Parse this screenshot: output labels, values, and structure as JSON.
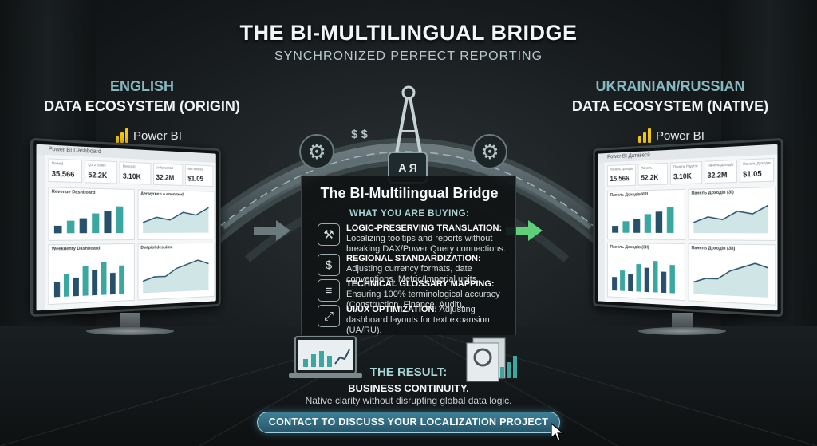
{
  "header": {
    "title": "THE BI-MULTILINGUAL BRIDGE",
    "subtitle": "SYNCHRONIZED PERFECT REPORTING"
  },
  "left": {
    "lang": "ENGLISH",
    "ecosystem": "DATA ECOSYSTEM (ORIGIN)",
    "brand": "Power BI",
    "dashboard_title": "Power BI Dashboard",
    "kpis": [
      {
        "label": "Rewsd",
        "value": "35,566"
      },
      {
        "label": "Q1 2 Sales",
        "value": "52.2K"
      },
      {
        "label": "Rencusl Daosdeic",
        "value": "3.10K"
      },
      {
        "label": "Unfossentel",
        "value": "32.2M"
      },
      {
        "label": "Net erness",
        "value": "$1.05"
      }
    ],
    "panels": [
      "Revenue Dashboard",
      "Aerwyrnen a enenmed",
      "Weekdenty Dashboard",
      "Dwtpiol desuime"
    ]
  },
  "right": {
    "lang": "UKRAINIAN/RUSSIAN",
    "ecosystem": "DATA ECOSYSTEM (NATIVE)",
    "brand": "Power BI",
    "dashboard_title": "Power BI Датавесй",
    "kpis": [
      {
        "label": "Панель Доходів",
        "value": "15,566"
      },
      {
        "label": "Панель",
        "value": "52.2K"
      },
      {
        "label": "Панель Радити",
        "value": "3.10K"
      },
      {
        "label": "Панель Доходів",
        "value": "32.2M"
      },
      {
        "label": "Панель Доходів",
        "value": "$1.05"
      }
    ],
    "panels": [
      "Панель Доходів КРІ",
      "Панель Доходів (ЗІ)",
      "Панель Доходів (ЗІІ)",
      "Панель Доходів (ЗІІ)"
    ]
  },
  "bridge": {
    "lang_glyph": "A Я",
    "currency_glyph": "$ $"
  },
  "card": {
    "title": "The BI-Multilingual Bridge",
    "buying": "WHAT YOU ARE BUYING:",
    "features": [
      {
        "icon": "wrench-icon",
        "heading": "LOGIC-PRESERVING TRANSLATION:",
        "text": "Localizing tooltips and reports without breaking DAX/Power Query connections."
      },
      {
        "icon": "currency-globe-icon",
        "heading": "REGIONAL STANDARDIZATION:",
        "text": "Adjusting currency formats, date conventions, Metric/Imperial units."
      },
      {
        "icon": "glossary-icon",
        "heading": "TECHNICAL GLOSSARY MAPPING:",
        "text": "Ensuring 100% terminological accuracy (Construction, Finance, Audit)."
      },
      {
        "icon": "layout-icon",
        "heading": "UI/UX OPTIMIZATION:",
        "text": "Adjusting dashboard layouts for text expansion (UA/RU)."
      }
    ]
  },
  "result": {
    "label": "THE RESULT:",
    "heading": "BUSINESS CONTINUITY.",
    "text": "Native clarity without disrupting global data logic.",
    "cta": "CONTACT TO DISCUSS YOUR LOCALIZATION PROJECT"
  },
  "icons": {
    "feature_glyphs": [
      "⚒",
      "$",
      "≡",
      "⤢"
    ]
  },
  "colors": {
    "accent": "#a8d4d8",
    "arrow_green": "#5fcf7a",
    "bar_teal": "#3aa8a0",
    "bar_dark": "#27506a"
  },
  "mini_charts": {
    "bars": [
      3,
      5,
      6,
      8,
      9,
      11
    ],
    "line": [
      4,
      6,
      5,
      8,
      7,
      10
    ],
    "bars2": [
      4,
      6,
      5,
      8,
      7,
      9,
      6,
      8
    ],
    "line2": [
      3,
      4,
      4,
      6,
      7,
      8,
      7
    ]
  }
}
